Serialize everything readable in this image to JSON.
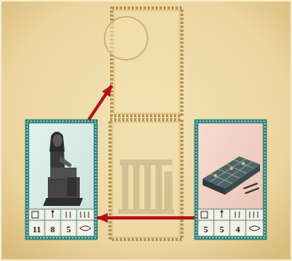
{
  "diagram": {
    "nodes": [
      {
        "text": []
      },
      {
        "text": [
          "11",
          "8",
          "5"
        ]
      },
      {
        "text": [
          "5",
          "5",
          "4"
        ]
      }
    ],
    "edges": [
      {
        "from": 2,
        "to": 1,
        "arrow": "to"
      },
      {
        "from": 1,
        "to": 0,
        "arrow": "to"
      }
    ]
  }
}
